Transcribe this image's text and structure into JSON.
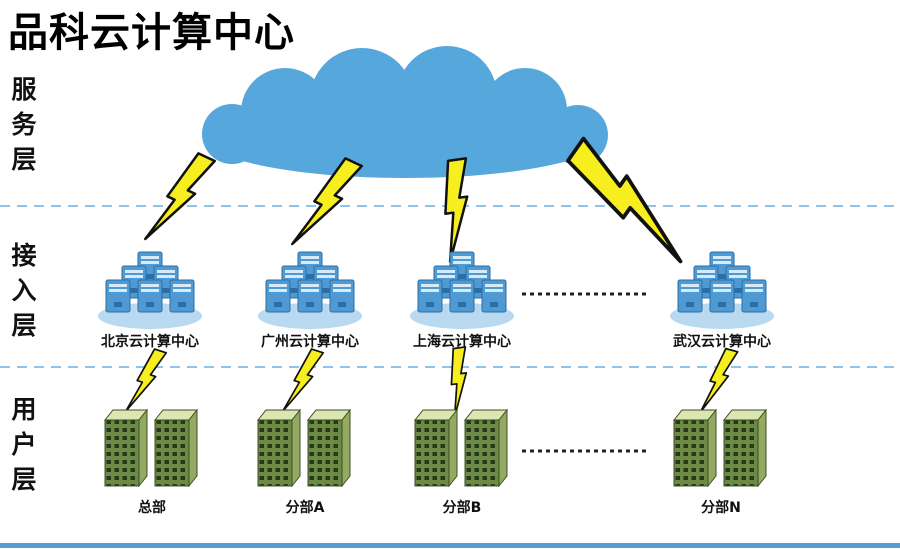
{
  "title": "品科云计算中心",
  "layers": [
    {
      "label": "服务层"
    },
    {
      "label": "接入层"
    },
    {
      "label": "用户层"
    }
  ],
  "clusters": [
    {
      "label": "北京云计算中心"
    },
    {
      "label": "广州云计算中心"
    },
    {
      "label": "上海云计算中心"
    },
    {
      "label": "武汉云计算中心"
    }
  ],
  "sites": [
    {
      "label": "总部"
    },
    {
      "label": "分部A"
    },
    {
      "label": "分部B"
    },
    {
      "label": "分部N"
    }
  ],
  "icons": {
    "cloud": "cloud-icon",
    "lightning": "lightning-bolt-icon",
    "server_cluster": "server-cluster-icon",
    "building_pair": "building-icon",
    "ellipsis_connector": "dotted-ellipsis-connector"
  },
  "colors": {
    "cloud": "#56a7dc",
    "bolt_fill": "#f6ee1e",
    "bolt_stroke": "#111111",
    "server_fill": "#4f9ad2",
    "server_shadow": "#b9d9f0",
    "building_face": "#6d8a44",
    "building_window": "#26391a",
    "separator_dashed": "#8ec4e9",
    "bottom_line": "#5b9bd5",
    "connector_dotted": "#222222"
  }
}
